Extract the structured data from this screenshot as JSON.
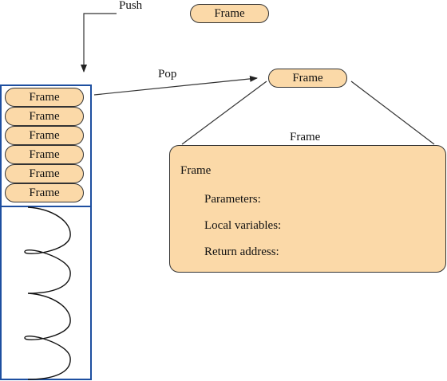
{
  "colors": {
    "frame_fill": "#fbd9a8",
    "stack_border": "#1e4fa0",
    "line": "#333333"
  },
  "push_label": "Push",
  "pop_label": "Pop",
  "incoming_frame": {
    "label": "Frame"
  },
  "popped_frame": {
    "label": "Frame"
  },
  "stack": {
    "frames": [
      {
        "label": "Frame"
      },
      {
        "label": "Frame"
      },
      {
        "label": "Frame"
      },
      {
        "label": "Frame"
      },
      {
        "label": "Frame"
      },
      {
        "label": "Frame"
      }
    ]
  },
  "detail": {
    "heading": "Frame",
    "title": "Frame",
    "fields": [
      {
        "label": "Parameters:"
      },
      {
        "label": "Local variables:"
      },
      {
        "label": "Return address:"
      }
    ]
  }
}
